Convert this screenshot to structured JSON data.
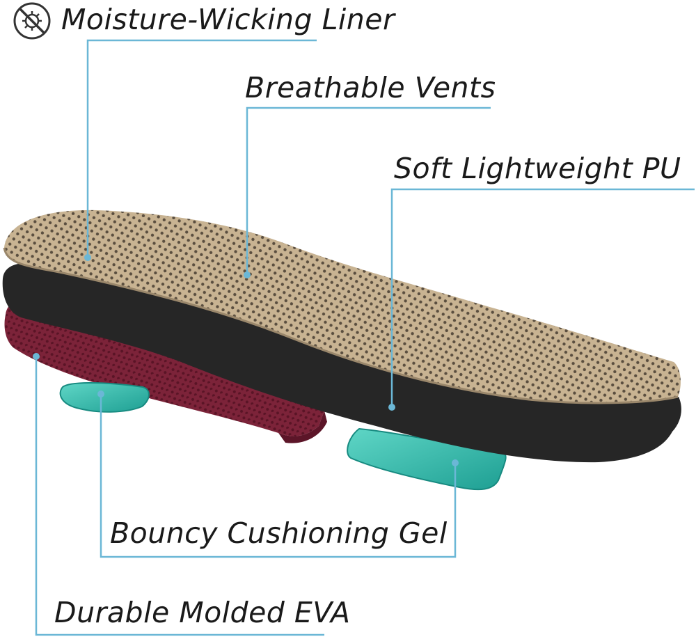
{
  "features": {
    "liner": "Moisture-Wicking Liner",
    "vents": "Breathable Vents",
    "pu": "Soft Lightweight PU",
    "gel": "Bouncy Cushioning Gel",
    "eva": "Durable Molded EVA"
  },
  "icons": {
    "badge": "antibacterial-icon"
  },
  "colors": {
    "leader_line": "#6bb7d6",
    "liner_fabric": "#c9b596",
    "pu_layer": "#2a2a2a",
    "eva_layer": "#7a2338",
    "gel_pad": "#2fb8aa"
  }
}
